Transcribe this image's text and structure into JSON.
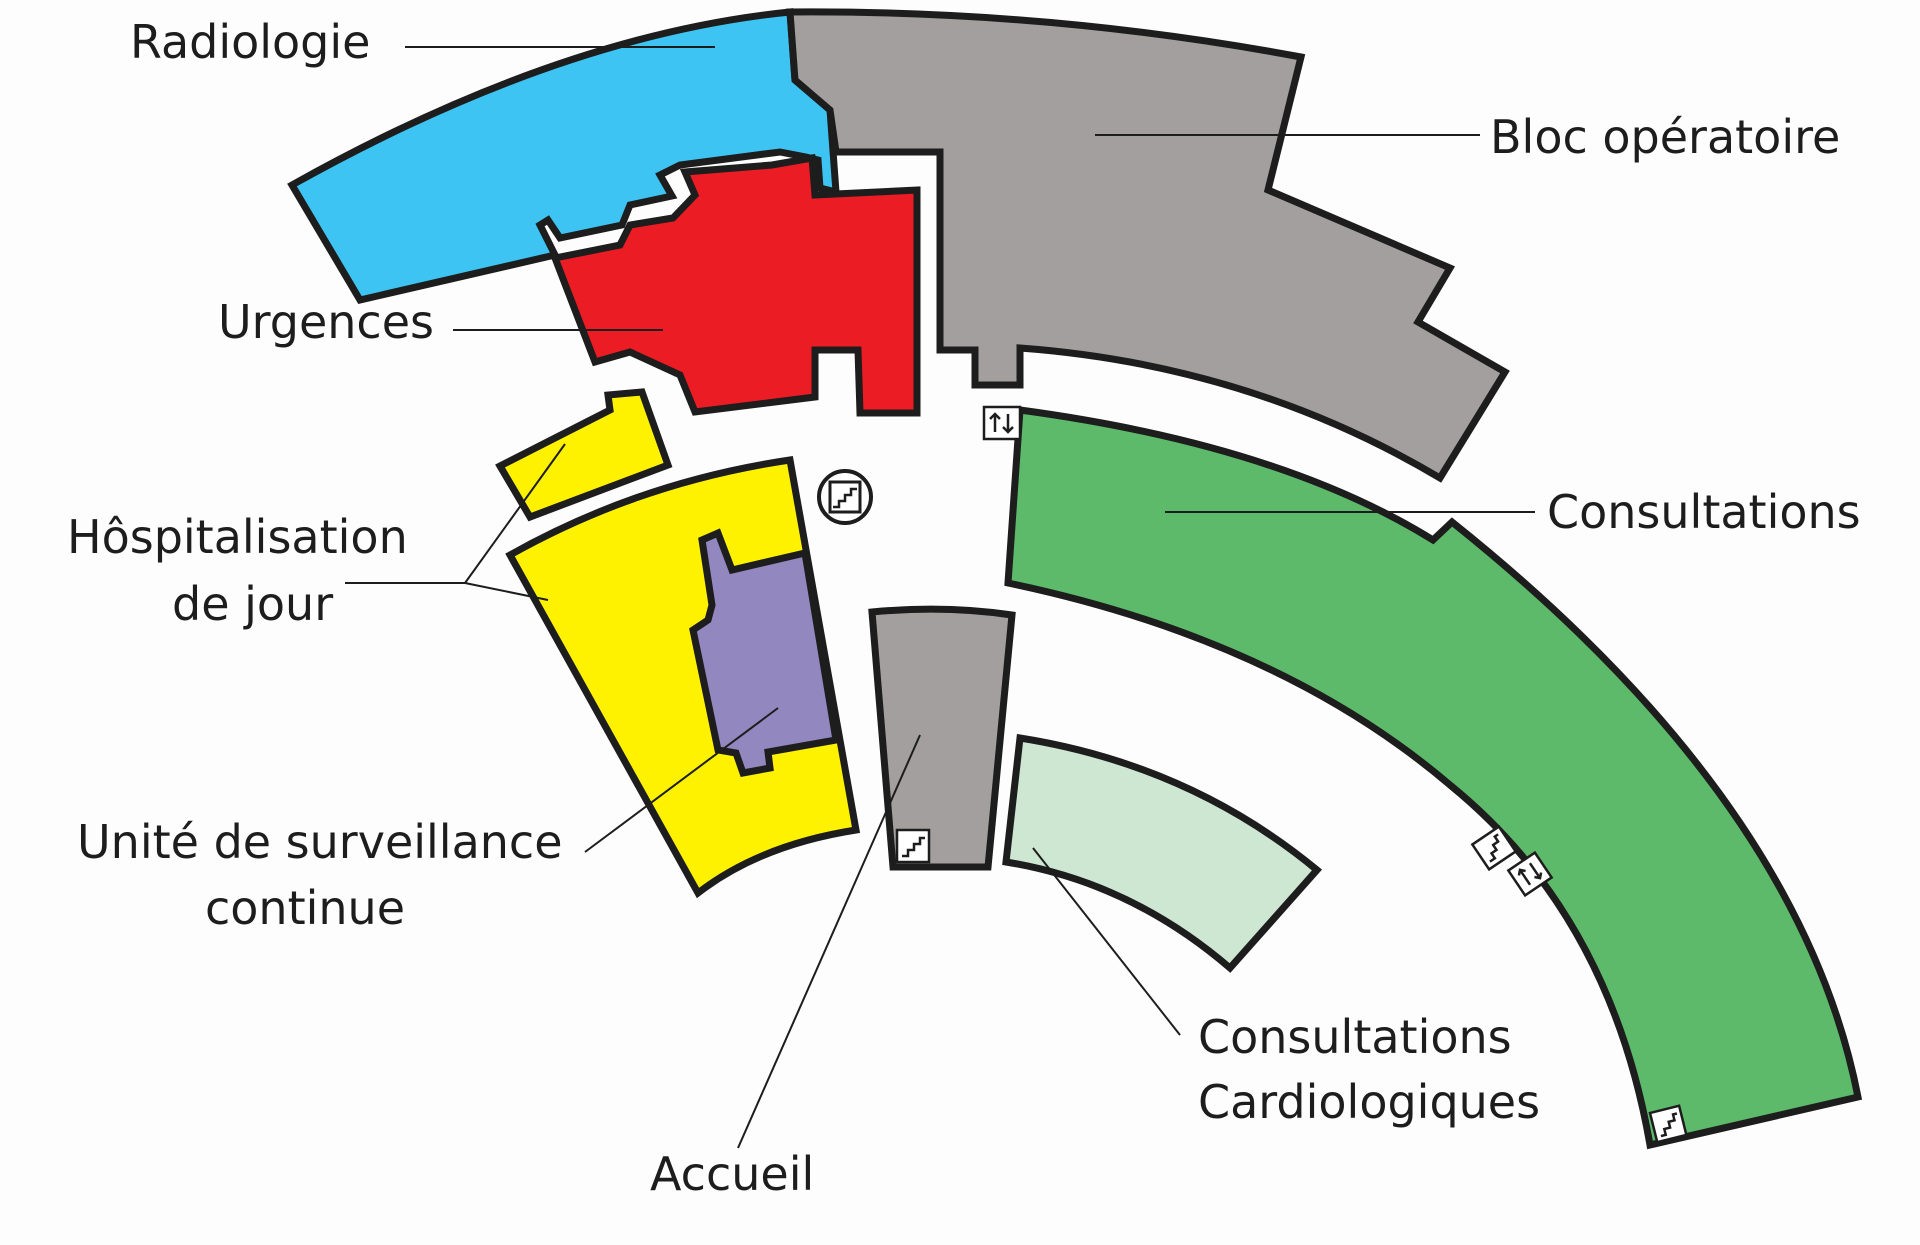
{
  "labels": {
    "radiologie": "Radiologie",
    "bloc": "Bloc opératoire",
    "urgences": "Urgences",
    "consultations": "Consultations",
    "hospitalisation_line1": "Hôspitalisation",
    "hospitalisation_line2": "de jour",
    "usc_line1": "Unité de surveillance",
    "usc_line2": "continue",
    "cardio_line1": "Consultations",
    "cardio_line2": "Cardiologiques",
    "accueil": "Accueil"
  },
  "colors": {
    "radiologie": "#3ec4f2",
    "bloc": "#a29f9e",
    "urgences": "#ec1c24",
    "hospitalisation": "#fff200",
    "usc": "#9287bf",
    "consultations": "#5dba6a",
    "cardio": "#cde7d2",
    "accueil": "#a29f9e"
  },
  "icons": [
    "elevator-icon",
    "stairs-icon",
    "stairs-icon",
    "stairs-icon",
    "elevator-icon",
    "stairs-icon"
  ]
}
